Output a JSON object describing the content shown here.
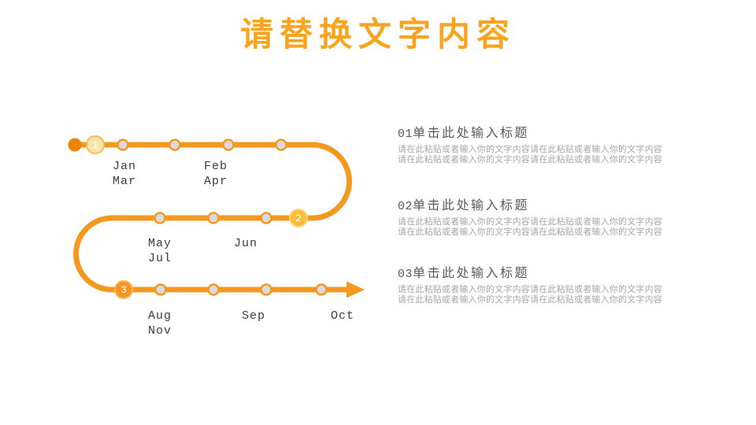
{
  "slide": {
    "title": "请替换文字内容",
    "background": "#FFFFFF"
  },
  "timeline": {
    "steps": [
      "1",
      "2",
      "3"
    ],
    "months": [
      "Jan",
      "Mar",
      "Feb",
      "Apr",
      "May",
      "Jul",
      "Jun",
      "Aug",
      "Nov",
      "Sep",
      "Oct"
    ],
    "colors": {
      "line": "#F5981F",
      "start_dot": "#EE8300",
      "marker_fill": "#DBDBDD",
      "marker_border": "#F5981F",
      "step1_fill": "#FBE5AC",
      "step1_border": "#F2BE55",
      "step2_fill": "#FBBE37",
      "step2_border": "#FCD77D",
      "step3_fill": "#F79420",
      "step3_border": "#FBB75C",
      "title_text": "#FAA41E",
      "month_text": "#3D3D3D",
      "heading_text": "#595959",
      "body_text": "#A6A6A6"
    }
  },
  "sections": [
    {
      "num": "01",
      "heading": "单击此处输入标题",
      "lines": [
        "请在此粘贴或者输入你的文字内容请在此粘贴或者输入你的文字内容",
        "请在此粘贴或者输入你的文字内容请在此粘贴或者输入你的文字内容"
      ]
    },
    {
      "num": "02",
      "heading": "单击此处输入标题",
      "lines": [
        "请在此粘贴或者输入你的文字内容请在此粘贴或者输入你的文字内容",
        "请在此粘贴或者输入你的文字内容请在此粘贴或者输入你的文字内容"
      ]
    },
    {
      "num": "03",
      "heading": "单击此处输入标题",
      "lines": [
        "请在此粘贴或者输入你的文字内容请在此粘贴或者输入你的文字内容",
        "请在此粘贴或者输入你的文字内容请在此粘贴或者输入你的文字内容"
      ]
    }
  ]
}
